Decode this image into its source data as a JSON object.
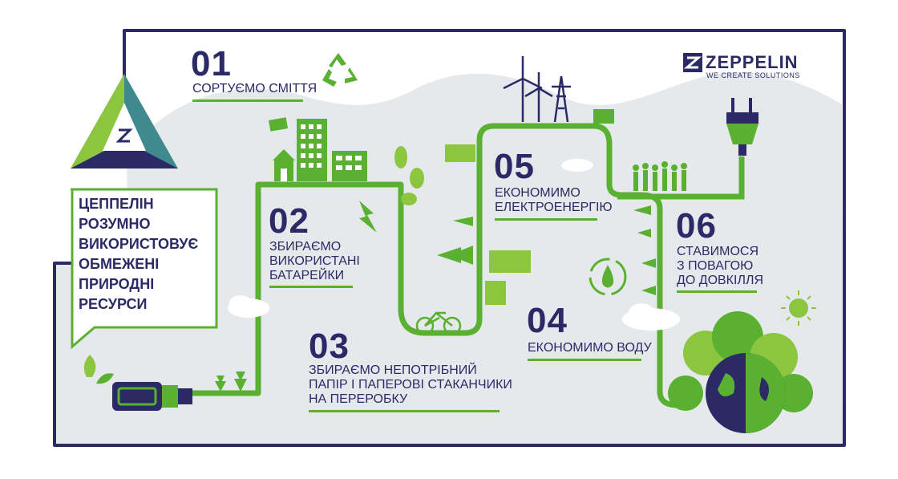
{
  "brand": {
    "name": "ZEPPELIN",
    "tagline": "WE CREATE SOLUTIONS"
  },
  "headline": {
    "lines": [
      "ЦЕППЕЛІН",
      "РОЗУМНО",
      "ВИКОРИСТОВУЄ",
      "ОБМЕЖЕНІ",
      "ПРИРОДНІ",
      "РЕСУРСИ"
    ]
  },
  "steps": [
    {
      "number": "01",
      "lines": [
        "СОРТУЄМО СМІТТЯ"
      ]
    },
    {
      "number": "02",
      "lines": [
        "ЗБИРАЄМО",
        "ВИКОРИСТАНІ",
        "БАТАРЕЙКИ"
      ]
    },
    {
      "number": "03",
      "lines": [
        "ЗБИРАЄМО НЕПОТРІБНИЙ",
        "ПАПІР І ПАПЕРОВІ СТАКАНЧИКИ",
        "НА ПЕРЕРОБКУ"
      ]
    },
    {
      "number": "04",
      "lines": [
        "ЕКОНОМИМО ВОДУ"
      ]
    },
    {
      "number": "05",
      "lines": [
        "ЕКОНОМИМО",
        "ЕЛЕКТРОЕНЕРГІЮ"
      ]
    },
    {
      "number": "06",
      "lines": [
        "СТАВИМОСЯ",
        "З ПОВАГОЮ",
        "ДО ДОВКІЛЛЯ"
      ]
    }
  ],
  "colors": {
    "navy": "#2b2a66",
    "green": "#5ab031",
    "light_green": "#8cc63f",
    "teal": "#3e8a8f",
    "grey_bg": "#e3e6ea"
  },
  "icons": [
    "recycle-icon",
    "battery-icon",
    "bicycle-icon",
    "water-saving-icon",
    "wind-turbine-icon",
    "plug-icon",
    "globe-icon",
    "sun-icon",
    "plug-cable-icon",
    "zeppelin-logo-icon"
  ]
}
